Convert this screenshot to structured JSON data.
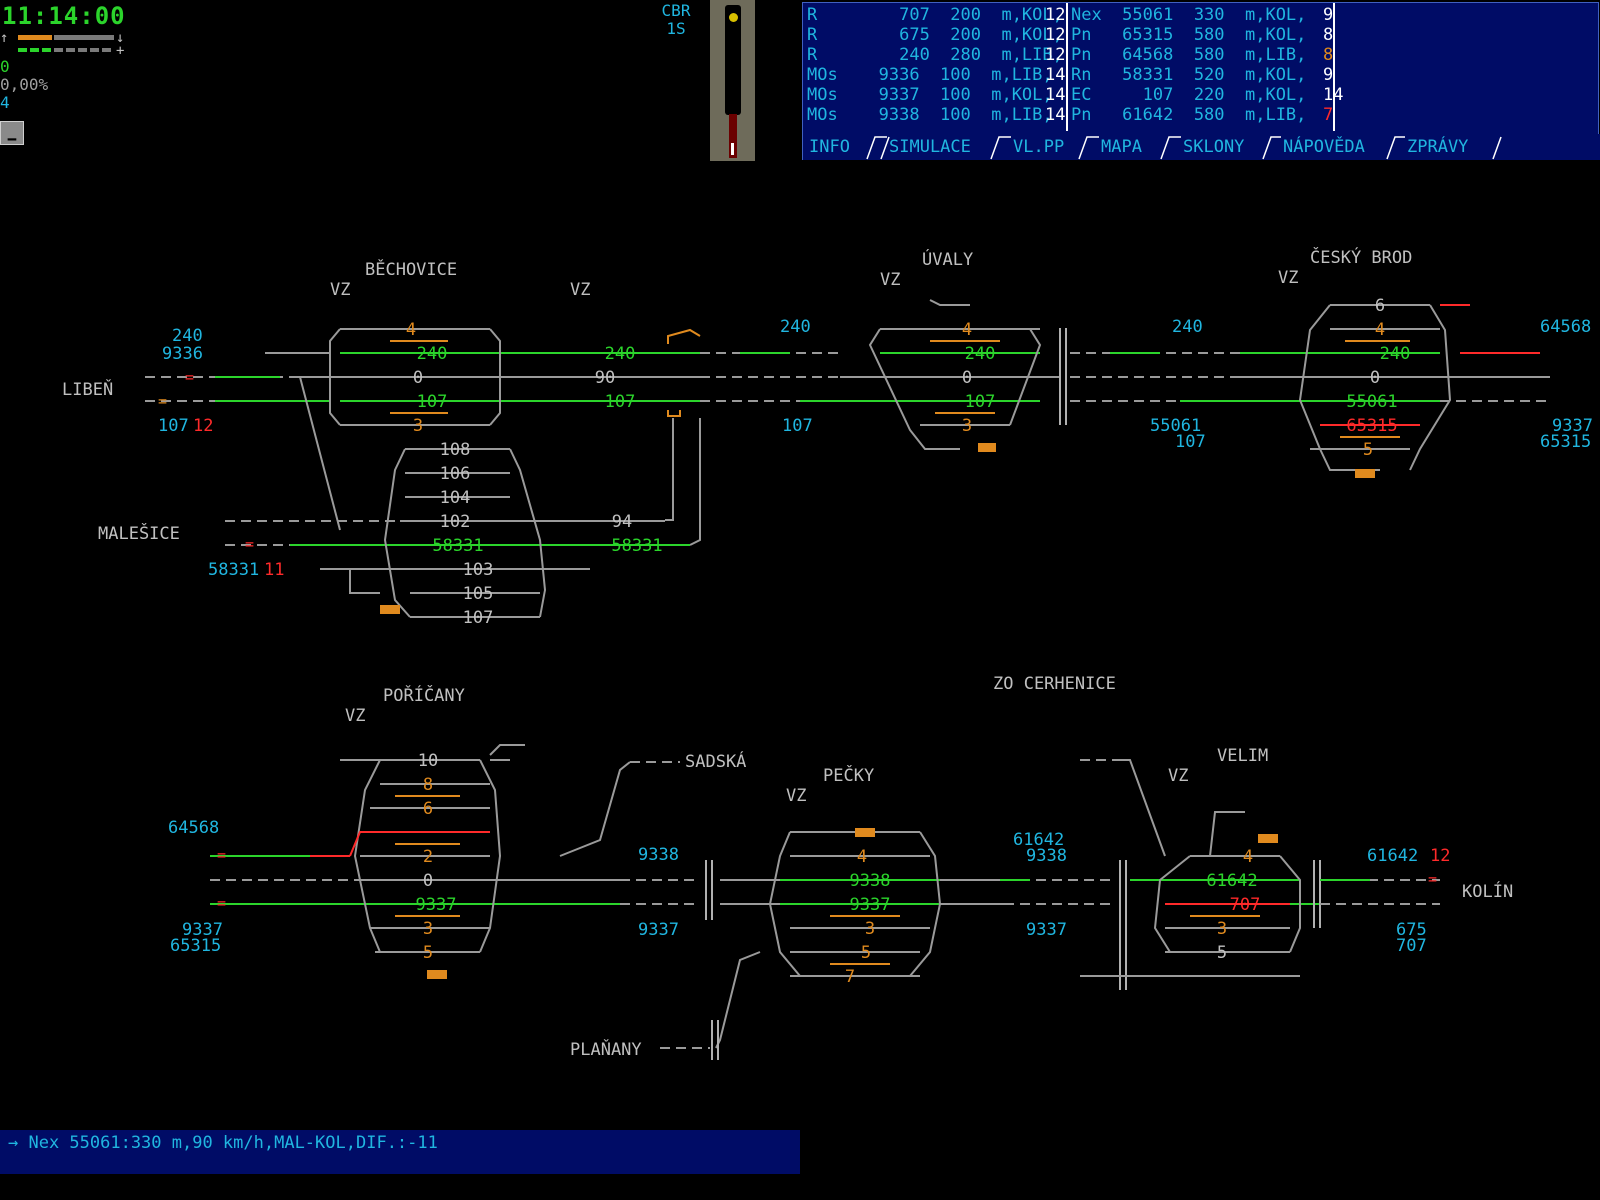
{
  "clock": "11:14:00",
  "status_lines": {
    "line1": "0",
    "line2": "0,00%",
    "line3": "4"
  },
  "top_signal": {
    "station_code": "CBR",
    "track": "1S"
  },
  "info_rows": [
    {
      "left": "R        707  200  m,KOL,",
      "lnum": "12",
      "right": "Nex  55061  330  m,KOL,",
      "rnum": "9",
      "rcolor": "#ffffff"
    },
    {
      "left": "R        675  200  m,KOL,",
      "lnum": "12",
      "right": "Pn   65315  580  m,KOL,",
      "rnum": "8",
      "rcolor": "#ffffff"
    },
    {
      "left": "R        240  280  m,LIB,",
      "lnum": "12",
      "right": "Pn   64568  580  m,LIB,",
      "rnum": "8",
      "rcolor": "#e08a1e"
    },
    {
      "left": "MOs    9336  100  m,LIB,",
      "lnum": "14",
      "right": "Rn   58331  520  m,KOL,",
      "rnum": "9",
      "rcolor": "#ffffff"
    },
    {
      "left": "MOs    9337  100  m,KOL,",
      "lnum": "14",
      "right": "EC     107  220  m,KOL,",
      "rnum": "14",
      "rcolor": "#ffffff"
    },
    {
      "left": "MOs    9338  100  m,LIB,",
      "lnum": "14",
      "right": "Pn   61642  580  m,LIB,",
      "rnum": "7",
      "rcolor": "#ff2a2a"
    }
  ],
  "tabs": [
    "INFO",
    "SIMULACE",
    "VL.PP",
    "MAPA",
    "SKLONY",
    "NÁPOVĚDA",
    "ZPRÁVY"
  ],
  "status_message": "→ Nex 55061:330 m,90 km/h,MAL-KOL,DIF.:-11",
  "stations": {
    "bechovice": "BĚCHOVICE",
    "uvaly": "ÚVALY",
    "cesky_brod": "ČESKÝ BROD",
    "liben": "LIBEŇ",
    "malesice": "MALEŠICE",
    "poricany": "POŘÍČANY",
    "sadska": "SADSKÁ",
    "pecky": "PEČKY",
    "zo_cerhenice": "ZO CERHENICE",
    "velim": "VELIM",
    "kolin": "KOLÍN",
    "planany": "PLAŇANY",
    "vz": "VZ"
  },
  "tracks": {
    "bech": [
      "4",
      "240",
      "0",
      "107",
      "3"
    ],
    "bech_mid": [
      "240",
      "90",
      "107"
    ],
    "mal": [
      "108",
      "106",
      "104",
      "102",
      "58331",
      "103",
      "105",
      "107",
      "94",
      "58331"
    ],
    "uv": [
      "4",
      "240",
      "0",
      "107",
      "3"
    ],
    "cb": [
      "6",
      "4",
      "240",
      "0",
      "55061",
      "65315",
      "5"
    ],
    "por": [
      "10",
      "8",
      "6",
      "2",
      "0",
      "9337",
      "3",
      "5"
    ],
    "pec": [
      "4",
      "9338",
      "9337",
      "3",
      "5",
      "7"
    ],
    "vel": [
      "4",
      "61642",
      "707",
      "3",
      "5"
    ]
  },
  "train_labels": {
    "liben_up": [
      "240",
      "9336"
    ],
    "liben_dn": "107",
    "liben_dn_num": "12",
    "mal": "58331",
    "mal_num": "11",
    "after_bech_up": "240",
    "after_bech_dn": "107",
    "after_uv_up": "240",
    "after_uv_dn": [
      "55061",
      "107"
    ],
    "east_up": "64568",
    "east_dn": [
      "9337",
      "65315"
    ],
    "por_up": "64568",
    "por_dn": [
      "9337",
      "65315"
    ],
    "sad_up": "9338",
    "sad_dn": "9337",
    "cer_up": [
      "61642",
      "9338"
    ],
    "cer_dn": "9337",
    "kol_up": "61642",
    "kol_up_num": "12",
    "kol_dn": [
      "675",
      "707"
    ]
  }
}
